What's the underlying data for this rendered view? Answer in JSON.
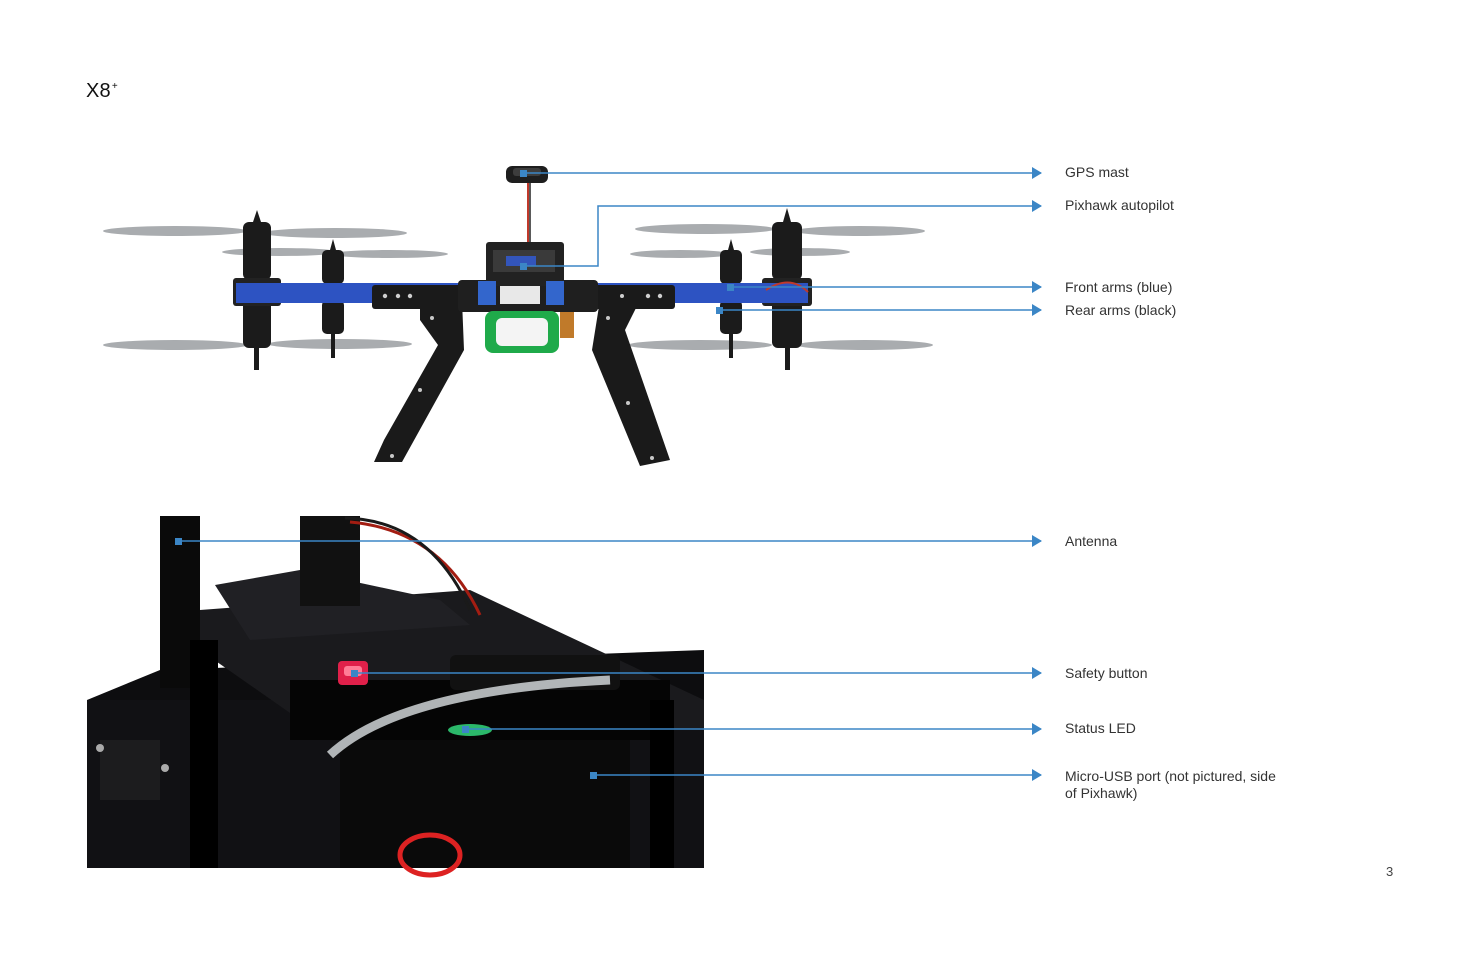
{
  "title": {
    "main": "X8",
    "superscript": "+"
  },
  "accent_color": "#3b86c6",
  "callouts": [
    {
      "id": "gps-mast",
      "label": "GPS mast"
    },
    {
      "id": "pixhawk-autopilot",
      "label": "Pixhawk autopilot"
    },
    {
      "id": "front-arms",
      "label": "Front arms (blue)"
    },
    {
      "id": "rear-arms",
      "label": "Rear arms (black)"
    },
    {
      "id": "antenna",
      "label": "Antenna"
    },
    {
      "id": "safety-button",
      "label": "Safety button"
    },
    {
      "id": "status-led",
      "label": "Status LED"
    },
    {
      "id": "micro-usb-port",
      "label": "Micro-USB port (not pictured, side\nof Pixhawk)"
    }
  ],
  "page_number": "3"
}
